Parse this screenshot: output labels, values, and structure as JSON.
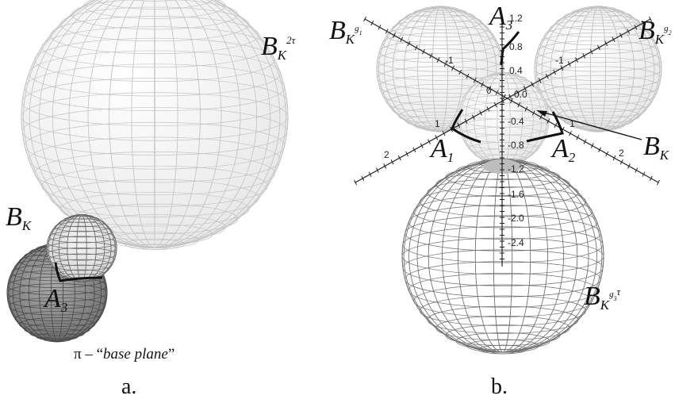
{
  "panel_a": {
    "label_b_big_main": "B",
    "label_b_big_sub": "K",
    "label_b_big_sup": "2τ",
    "label_bk_main": "B",
    "label_bk_sub": "K",
    "label_a3_main": "A",
    "label_a3_sub": "3",
    "note_pi": "π – “",
    "note_italic": "base plane",
    "note_close": "”",
    "caption": "a."
  },
  "panel_b": {
    "label_a3_main": "A",
    "label_a3_sub": "3",
    "label_a1_main": "A",
    "label_a1_sub": "1",
    "label_a2_main": "A",
    "label_a2_sub": "2",
    "label_bk_main": "B",
    "label_bk_sub": "K",
    "label_left_main": "B",
    "label_left_sub": "K",
    "label_left_sup": "g",
    "label_left_supsub": "1",
    "label_right_main": "B",
    "label_right_sub": "K",
    "label_right_sup": "g",
    "label_right_supsub": "2",
    "label_bottom_main": "B",
    "label_bottom_sub": "K",
    "label_bottom_sup": "g",
    "label_bottom_supsub": "3",
    "label_bottom_tau": "τ",
    "caption": "b.",
    "ticks_vertical": [
      "1.2",
      "0.8",
      "0.4",
      "0.0",
      "-0.4",
      "-0.8",
      "-1.2",
      "-1.6",
      "-2.0",
      "-2.4"
    ],
    "ticks_left_axis": [
      "-1",
      "0",
      "1",
      "2"
    ],
    "ticks_right_axis": [
      "-1",
      "1",
      "2"
    ]
  },
  "colors": {
    "mesh_light": "#b9b9b9",
    "mesh_dark": "#555555",
    "fill_light": "#f2f2f2",
    "fill_dark": "#8a8a8a",
    "line": "#111111"
  }
}
